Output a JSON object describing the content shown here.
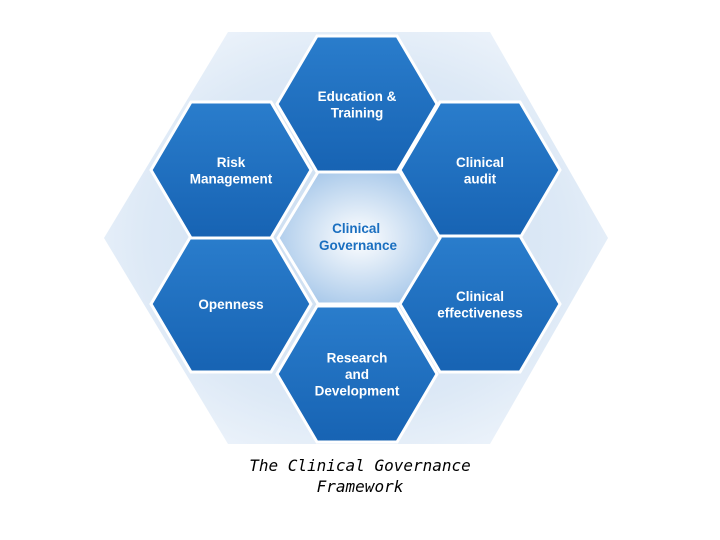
{
  "diagram": {
    "center": {
      "lines": [
        "Clinical",
        "Governance"
      ]
    },
    "segments": [
      {
        "id": "education",
        "lines": [
          "Education &",
          "Training"
        ]
      },
      {
        "id": "clinical-audit",
        "lines": [
          "Clinical",
          "audit"
        ]
      },
      {
        "id": "clinical-effectiveness",
        "lines": [
          "Clinical",
          "effectiveness"
        ]
      },
      {
        "id": "research",
        "lines": [
          "Research",
          "and",
          "Development"
        ]
      },
      {
        "id": "openness",
        "lines": [
          "Openness"
        ]
      },
      {
        "id": "risk",
        "lines": [
          "Risk",
          "Management"
        ]
      }
    ],
    "colors": {
      "hex_fill": "#1f6fc0",
      "hex_stroke": "#ffffff",
      "backdrop": "#e1edf8",
      "center_glow": "#aacbec",
      "center_text": "#1a6fc0"
    }
  },
  "caption": {
    "line1": "The Clinical Governance",
    "line2": "Framework"
  }
}
